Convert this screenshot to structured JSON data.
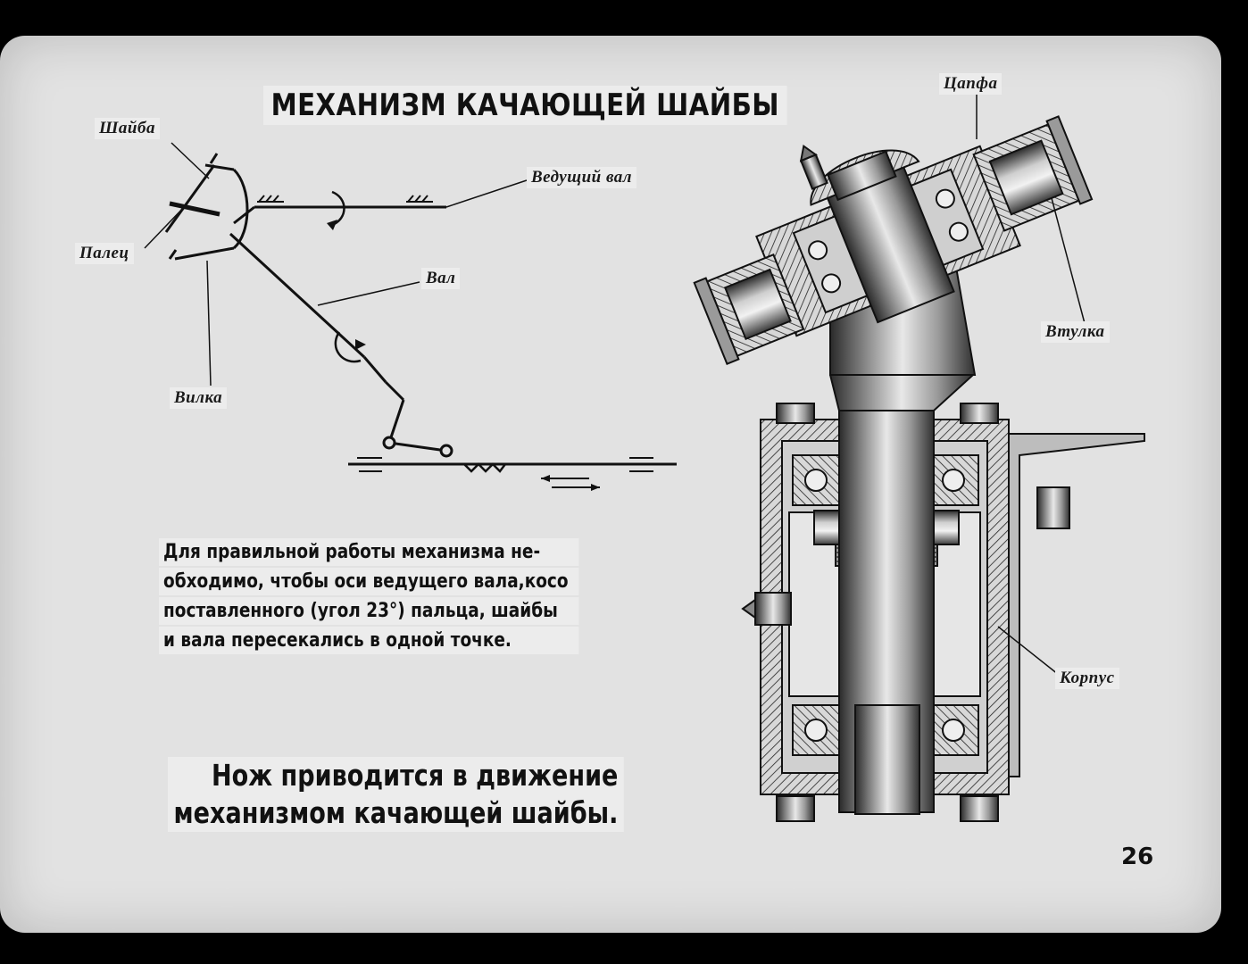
{
  "slide": {
    "title": "МЕХАНИЗМ КАЧАЮЩЕЙ ШАЙБЫ",
    "page_number": "26"
  },
  "schematic": {
    "labels": {
      "washer": "Шайба",
      "pin": "Палец",
      "fork": "Вилка",
      "drive_shaft": "Ведущий вал",
      "shaft": "Вал"
    }
  },
  "cutaway": {
    "labels": {
      "trunnion": "Цапфа",
      "bushing": "Втулка",
      "housing": "Корпус"
    }
  },
  "text": {
    "paragraph_lines": [
      "Для правильной работы механизма не-",
      "обходимо, чтобы оси ведущего вала,косо",
      "поставленного (угол 23°) пальца, шайбы",
      "и вала пересекались в одной точке."
    ],
    "conclusion_lines": [
      "Нож приводится в движение",
      "механизмом качающей шайбы."
    ]
  },
  "colors": {
    "slide_background": "#e2e2e2",
    "ink": "#111111",
    "metal_light": "#cfcfcf",
    "metal_dark": "#3a3a3a"
  }
}
